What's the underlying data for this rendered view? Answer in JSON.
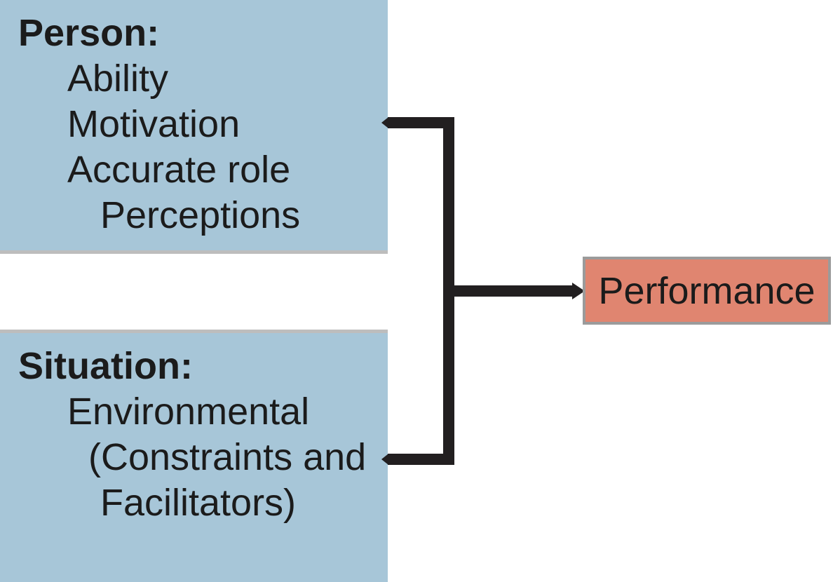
{
  "person_box": {
    "title": "Person:",
    "lines": [
      {
        "text": "Ability",
        "indent": 1
      },
      {
        "text": "Motivation",
        "indent": 1
      },
      {
        "text": "Accurate role",
        "indent": 1
      },
      {
        "text": "Perceptions",
        "indent": 3
      }
    ]
  },
  "situation_box": {
    "title": "Situation:",
    "lines": [
      {
        "text": "Environmental",
        "indent": 1
      },
      {
        "text": "(Constraints and",
        "indent": 2
      },
      {
        "text": "Facilitators)",
        "indent": 3
      }
    ]
  },
  "performance_box": {
    "label": "Performance"
  },
  "colors": {
    "box_blue": "#a7c6d8",
    "box_salmon": "#e08570",
    "border_gray": "#bdbdbd",
    "performance_border": "#9b9b9b",
    "connector_black": "#221f20",
    "text_black": "#1b1b1b"
  }
}
